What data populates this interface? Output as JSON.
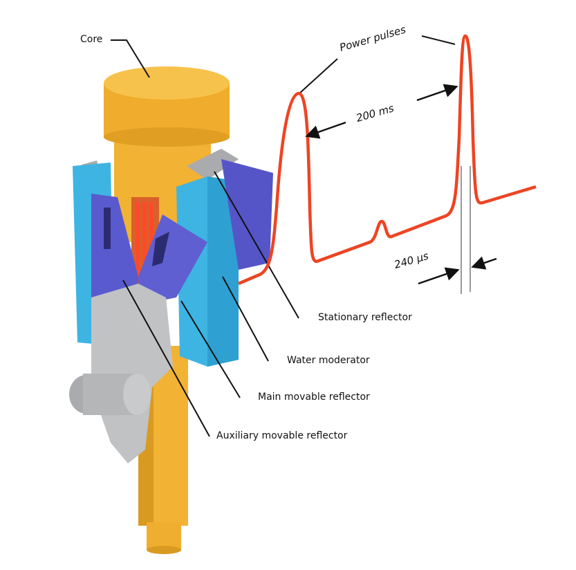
{
  "labels": {
    "core": "Core",
    "stationary_reflector": "Stationary reflector",
    "water_moderator": "Water moderator",
    "main_movable_reflector": "Main movable reflector",
    "auxiliary_movable_reflector": "Auxiliary movable reflector",
    "power_pulses": "Power pulses",
    "pulse_interval": "200 ms",
    "pulse_width": "240 µs"
  },
  "colors": {
    "pulse_curve": "#ee4423",
    "core_yellow": "#f2b233",
    "moderator_blue": "#3eb4e3",
    "reflector_purple": "#5555c8",
    "steel_grey": "#b4b6b8"
  }
}
